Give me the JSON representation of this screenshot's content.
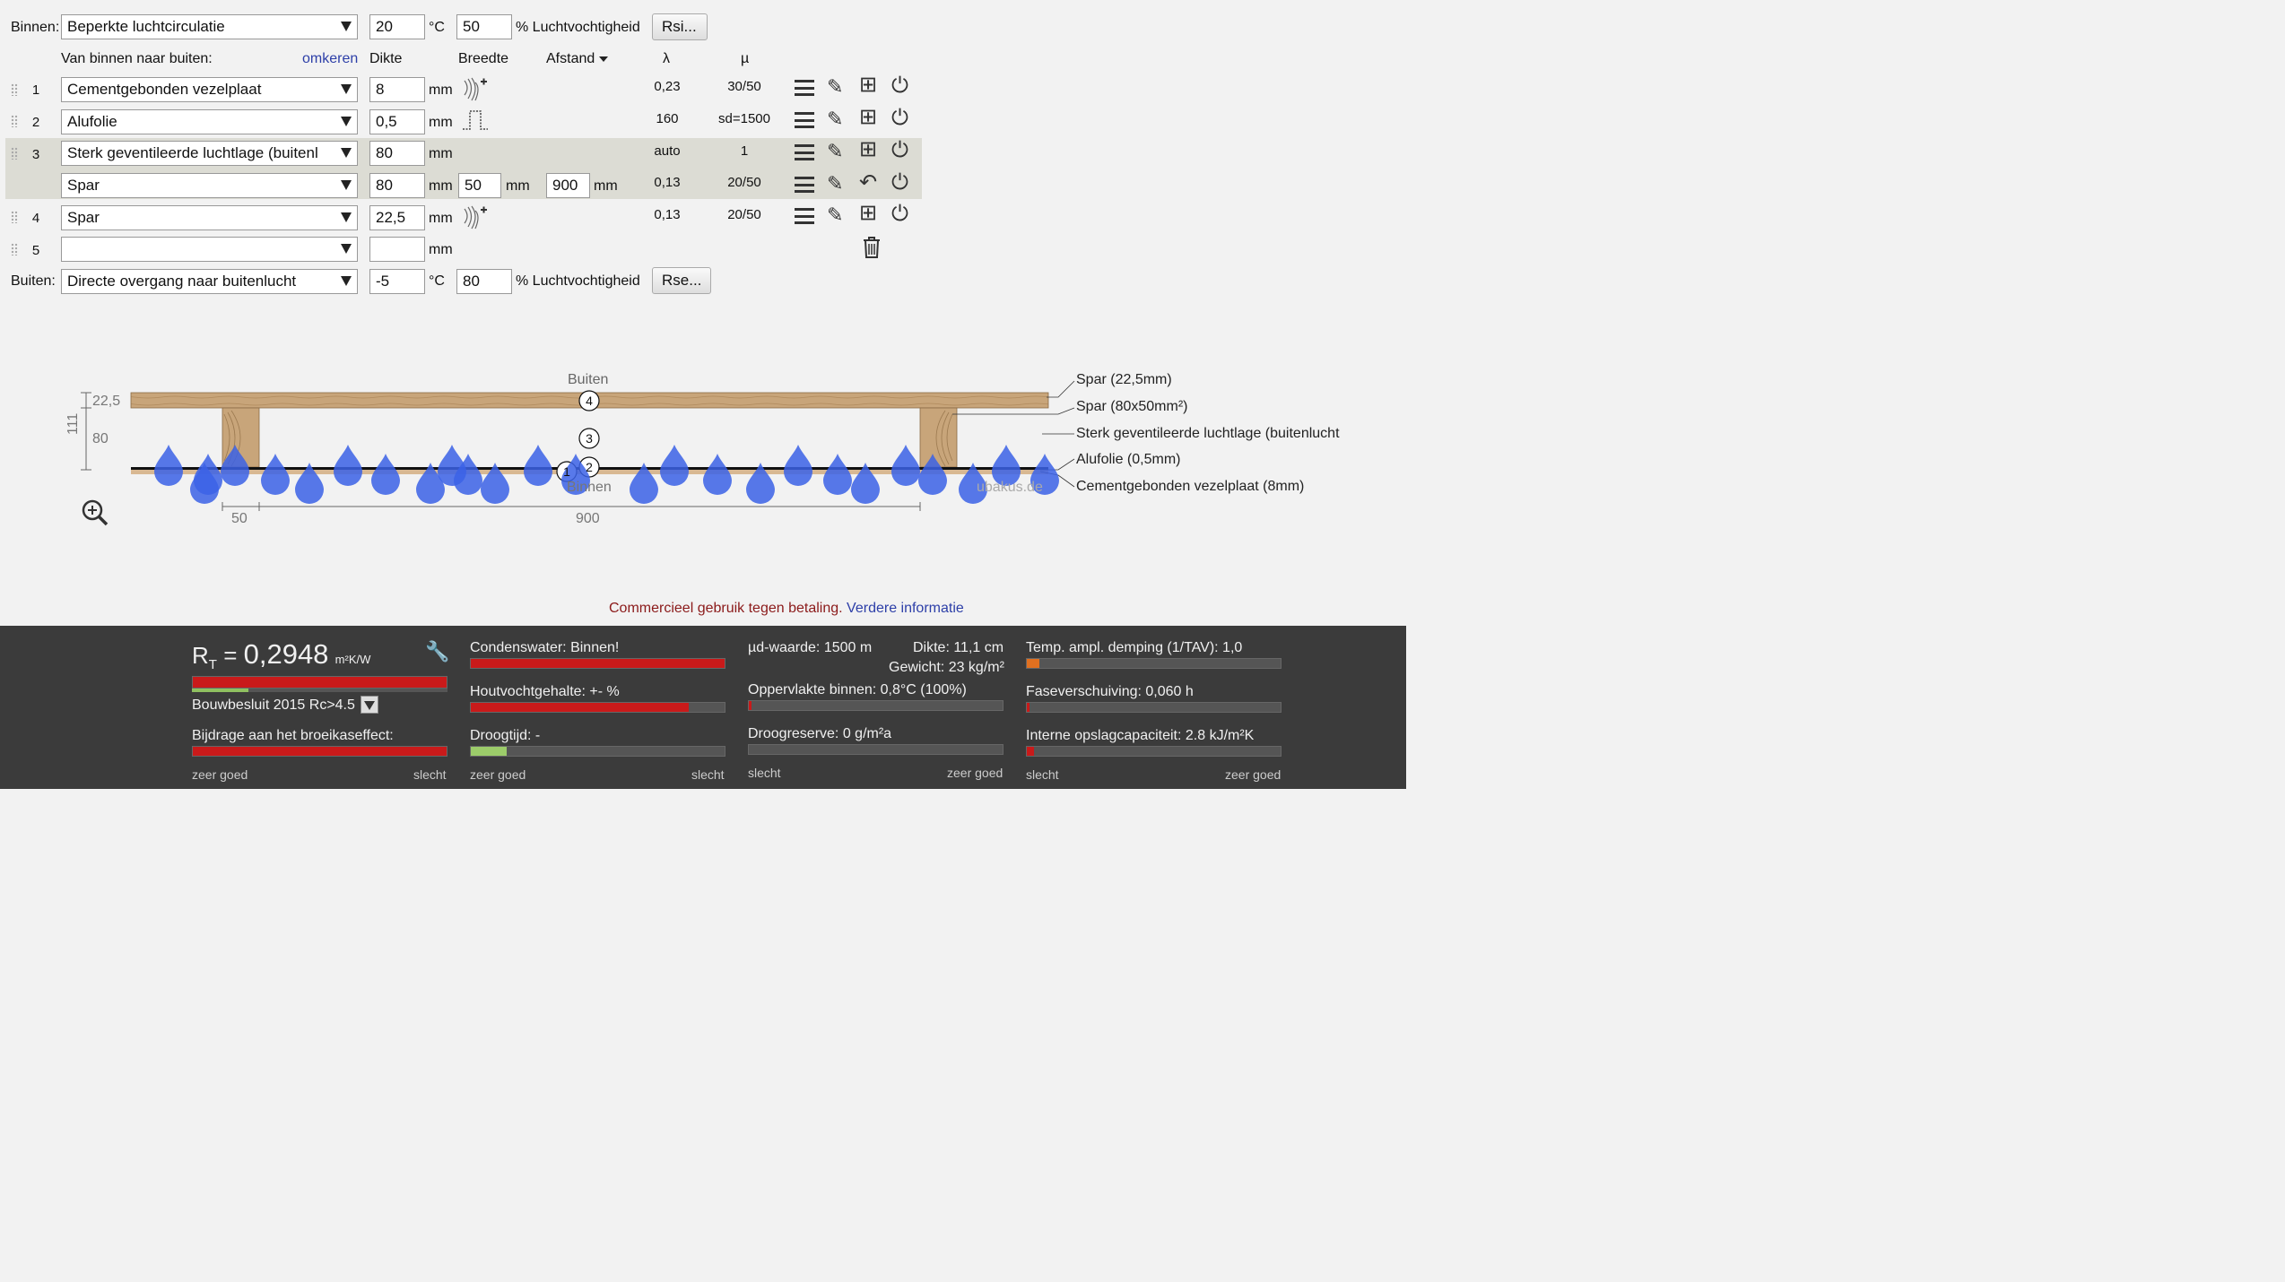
{
  "inside": {
    "label": "Binnen:",
    "material": "Beperkte luchtcirculatie",
    "temp": "20",
    "temp_unit": "°C",
    "humidity": "50",
    "humidity_unit": "% Luchtvochtigheid",
    "button": "Rsi..."
  },
  "header": {
    "direction": "Van binnen naar buiten:",
    "reverse": "omkeren",
    "thickness": "Dikte",
    "width": "Breedte",
    "distance": "Afstand",
    "lambda": "λ",
    "mu": "µ"
  },
  "layers": [
    {
      "num": "1",
      "material": "Cementgebonden vezelplaat",
      "thickness": "8",
      "unit": "mm",
      "lambda": "0,23",
      "mu": "30/50"
    },
    {
      "num": "2",
      "material": "Alufolie",
      "thickness": "0,5",
      "unit": "mm",
      "lambda": "160",
      "mu": "sd=1500"
    },
    {
      "num": "3",
      "material": "Sterk geventileerde luchtlage (buitenl",
      "thickness": "80",
      "unit": "mm",
      "lambda": "auto",
      "mu": "1"
    },
    {
      "num": "",
      "material": "Spar",
      "thickness": "80",
      "unit": "mm",
      "width": "50",
      "width_unit": "mm",
      "distance": "900",
      "distance_unit": "mm",
      "lambda": "0,13",
      "mu": "20/50"
    },
    {
      "num": "4",
      "material": "Spar",
      "thickness": "22,5",
      "unit": "mm",
      "lambda": "0,13",
      "mu": "20/50"
    },
    {
      "num": "5",
      "material": "",
      "thickness": "",
      "unit": "mm"
    }
  ],
  "outside": {
    "label": "Buiten:",
    "material": "Directe overgang naar buitenlucht",
    "temp": "-5",
    "temp_unit": "°C",
    "humidity": "80",
    "humidity_unit": "% Luchtvochtigheid",
    "button": "Rse..."
  },
  "diagram": {
    "top_label": "Buiten",
    "bottom_label": "Binnen",
    "watermark": "ubakus.de",
    "dim_total": "111",
    "dim_top": "22,5",
    "dim_mid": "80",
    "dim_width": "50",
    "dim_distance": "900",
    "markers": [
      "4",
      "3",
      "2",
      "1"
    ],
    "legend": [
      "Spar (22,5mm)",
      "Spar (80x50mm²)",
      "Sterk geventileerde luchtlage (buitenlucht",
      "Alufolie (0,5mm)",
      "Cementgebonden vezelplaat (8mm)"
    ]
  },
  "notice": {
    "text": "Commercieel gebruik tegen betaling.",
    "link": "Verdere informatie"
  },
  "results": {
    "rt_label": "R",
    "rt_sub": "T",
    "rt_eq": "=",
    "rt_value": "0,2948",
    "rt_unit": "m²K/W",
    "standard": "Bouwbesluit 2015 Rc>4.5",
    "greenhouse": "Bijdrage aan het broeikaseffect:",
    "condensation": "Condenswater: Binnen!",
    "wood_moisture": "Houtvochtgehalte: +- %",
    "drying": "Droogtijd: -",
    "sd": "µd-waarde: 1500 m",
    "thickness": "Dikte: 11,1 cm",
    "weight": "Gewicht: 23 kg/m²",
    "surface": "Oppervlakte binnen: 0,8°C (100%)",
    "drying_reserve": "Droogreserve: 0 g/m²a",
    "temp_ampl": "Temp. ampl. demping (1/TAV): 1,0",
    "phase": "Faseverschuiving: 0,060 h",
    "storage": "Interne opslagcapaciteit: 2.8 kJ/m²K",
    "good": "zeer goed",
    "bad": "slecht"
  },
  "colors": {
    "link": "#2d3fa8",
    "notice": "#8b1a1a",
    "wood": "#c8a57a",
    "drop": "#3b5fe0"
  }
}
